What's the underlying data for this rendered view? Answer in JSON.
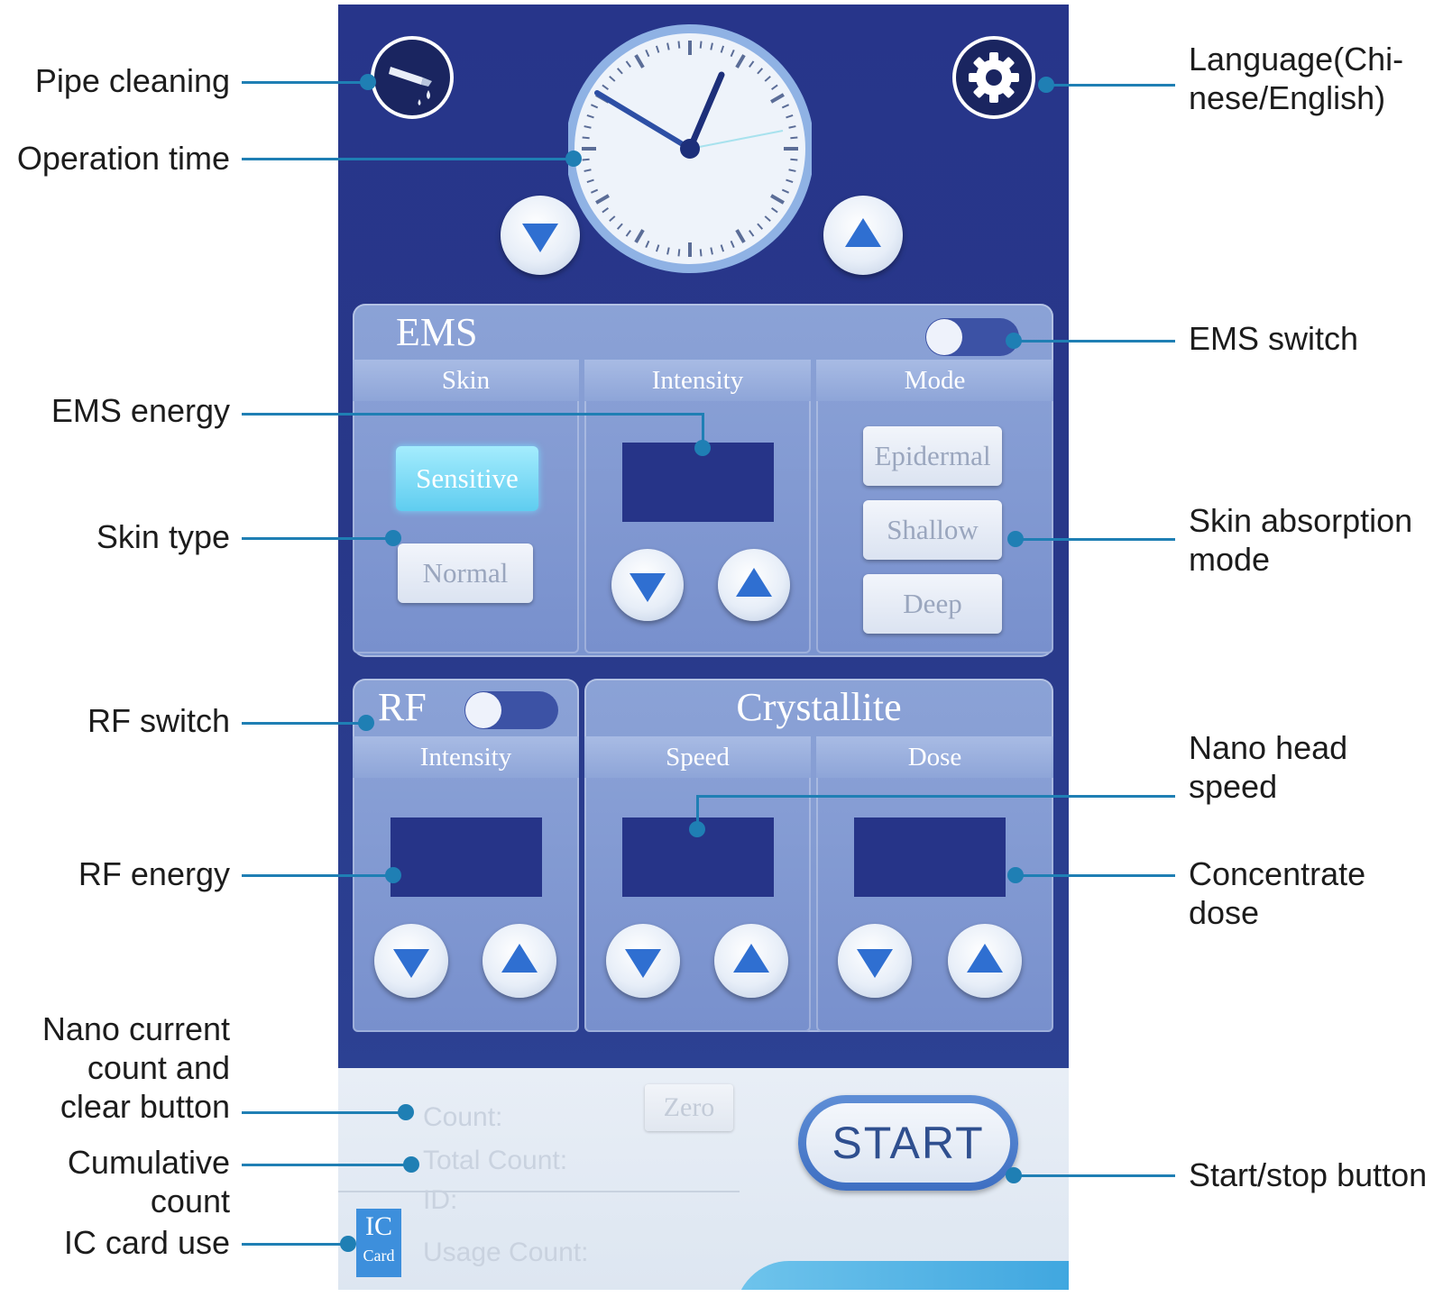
{
  "labels": {
    "pipe_cleaning": "Pipe cleaning",
    "operation_time": "Operation time",
    "language_line1": "Language(Chi-",
    "language_line2": "nese/English)",
    "ems_switch": "EMS switch",
    "ems_energy": "EMS energy",
    "skin_type": "Skin type",
    "skin_absorption_line1": "Skin absorption",
    "skin_absorption_line2": "mode",
    "rf_switch": "RF switch",
    "nano_head_line1": "Nano head",
    "nano_head_line2": "speed",
    "rf_energy": "RF energy",
    "concentrate_line1": "Concentrate",
    "concentrate_line2": "dose",
    "nano_count_line1": "Nano current",
    "nano_count_line2": "count and",
    "nano_count_line3": "clear button",
    "cumulative_line1": "Cumulative",
    "cumulative_line2": "count",
    "ic_card": "IC card use",
    "start_stop": "Start/stop button"
  },
  "screen": {
    "ems": {
      "title": "EMS",
      "switch_on": false,
      "columns": {
        "skin": "Skin",
        "intensity": "Intensity",
        "mode": "Mode"
      },
      "skin_options": [
        "Sensitive",
        "Normal"
      ],
      "skin_selected": "Sensitive",
      "mode_options": [
        "Epidermal",
        "Shallow",
        "Deep"
      ]
    },
    "rf": {
      "title": "RF",
      "switch_on": false,
      "columns": {
        "intensity": "Intensity"
      }
    },
    "crystallite": {
      "title": "Crystallite",
      "columns": {
        "speed": "Speed",
        "dose": "Dose"
      }
    },
    "footer": {
      "count_label": "Count:",
      "zero_button": "Zero",
      "total_count_label": "Total Count:",
      "ic_badge_top": "IC",
      "ic_badge_bottom": "Card",
      "id_label": "ID:",
      "usage_count_label": "Usage Count:",
      "start_button": "START"
    },
    "icons": {
      "pipe_cleaning": "pipette-drop-icon",
      "settings": "gear-icon",
      "clock": "clock-icon"
    },
    "colors": {
      "screen_bg": "#283889",
      "accent": "#1f7fb4",
      "active_button": "#5fcdf0"
    }
  }
}
